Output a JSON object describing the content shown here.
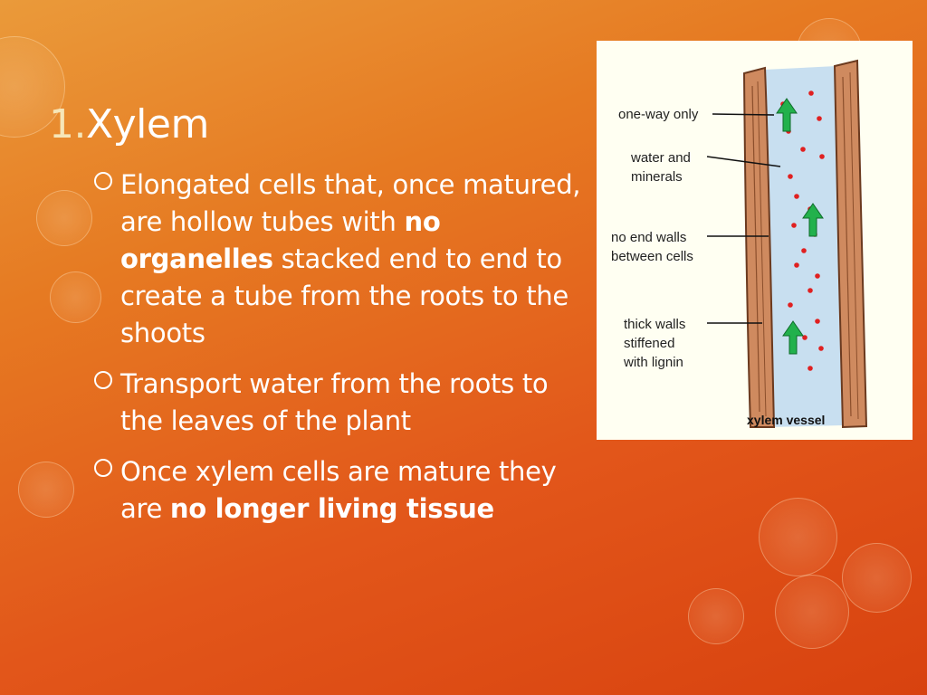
{
  "slide": {
    "title_number": "1.",
    "title_text": "Xylem",
    "bullets": [
      {
        "pre": "Elongated cells that, once matured, are hollow tubes with ",
        "bold": "no organelles",
        "post": "  stacked end to end to create a tube from the roots to the shoots"
      },
      {
        "pre": "Transport water from the roots to the leaves of the plant",
        "bold": "",
        "post": ""
      },
      {
        "pre": "Once xylem cells are mature they are ",
        "bold": "no longer living tissue",
        "post": ""
      }
    ]
  },
  "figure": {
    "labels": {
      "one_way": "one-way only",
      "water_1": "water and",
      "water_2": "minerals",
      "noend_1": "no end walls",
      "noend_2": "between cells",
      "thick_1": "thick walls",
      "thick_2": "stiffened",
      "thick_3": "with lignin"
    },
    "caption": "xylem vessel"
  },
  "colors": {
    "wall": "#cf8a5f",
    "lumen": "#c8dff0",
    "arrow": "#22b14c",
    "dot": "#e02020"
  }
}
